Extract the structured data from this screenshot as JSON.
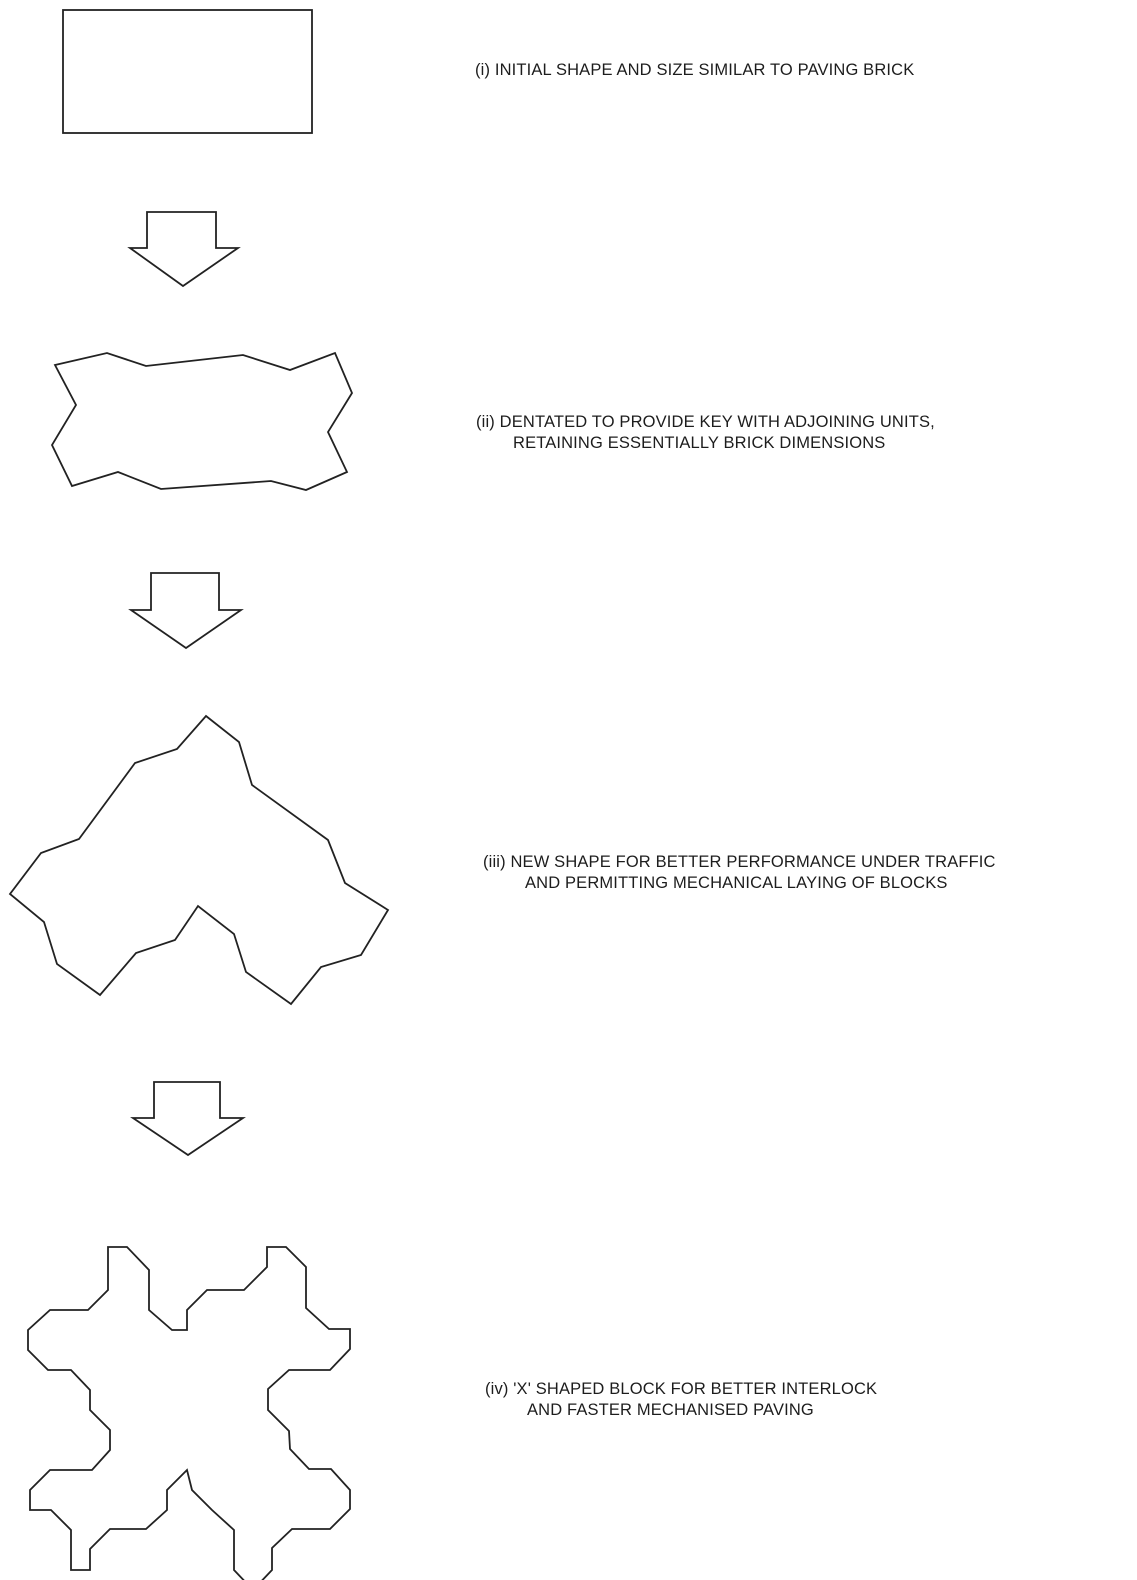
{
  "steps": [
    {
      "number": "(i)",
      "line1": "INITIAL SHAPE AND SIZE SIMILAR TO PAVING BRICK",
      "line2": ""
    },
    {
      "number": "(ii)",
      "line1": "DENTATED TO PROVIDE KEY WITH ADJOINING UNITS,",
      "line2": "RETAINING ESSENTIALLY BRICK DIMENSIONS"
    },
    {
      "number": "(iii)",
      "line1": "NEW SHAPE FOR BETTER PERFORMANCE UNDER TRAFFIC",
      "line2": "AND PERMITTING MECHANICAL LAYING OF BLOCKS"
    },
    {
      "number": "(iv)",
      "line1": "'X' SHAPED BLOCK FOR BETTER INTERLOCK",
      "line2": "AND FASTER MECHANISED PAVING"
    }
  ]
}
